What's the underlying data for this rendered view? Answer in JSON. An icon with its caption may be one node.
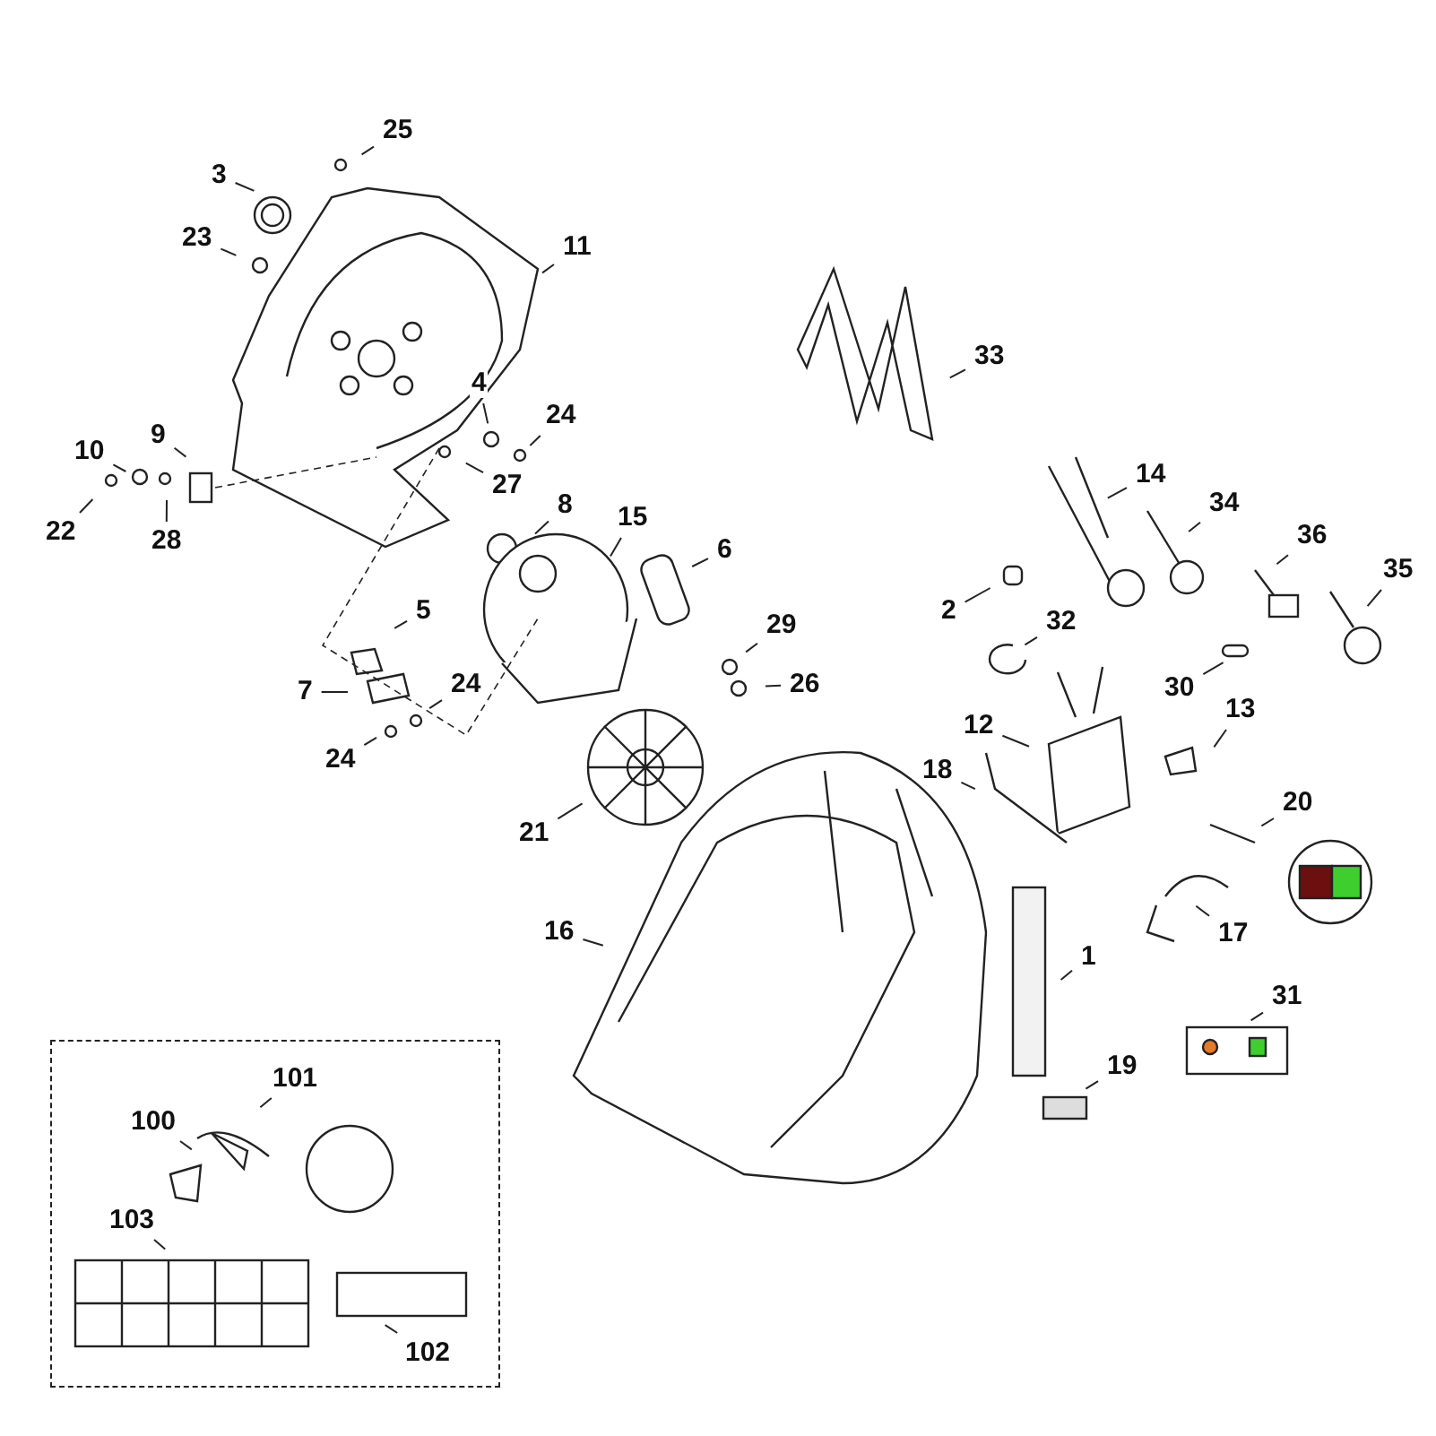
{
  "diagram": {
    "nodes": [
      {
        "text": [
          "25"
        ]
      },
      {
        "text": [
          "3"
        ]
      },
      {
        "text": [
          "23"
        ]
      },
      {
        "text": [
          "11"
        ]
      },
      {
        "text": [
          "4"
        ]
      },
      {
        "text": [
          "24"
        ]
      },
      {
        "text": [
          "10"
        ]
      },
      {
        "text": [
          "9"
        ]
      },
      {
        "text": [
          "22"
        ]
      },
      {
        "text": [
          "28"
        ]
      },
      {
        "text": [
          "27"
        ]
      },
      {
        "text": [
          "8"
        ]
      },
      {
        "text": [
          "15"
        ]
      },
      {
        "text": [
          "6"
        ]
      },
      {
        "text": [
          "5"
        ]
      },
      {
        "text": [
          "7"
        ]
      },
      {
        "text": [
          "24"
        ]
      },
      {
        "text": [
          "24"
        ]
      },
      {
        "text": [
          "29"
        ]
      },
      {
        "text": [
          "26"
        ]
      },
      {
        "text": [
          "21"
        ]
      },
      {
        "text": [
          "16"
        ]
      },
      {
        "text": [
          "33"
        ]
      },
      {
        "text": [
          "14"
        ]
      },
      {
        "text": [
          "34"
        ]
      },
      {
        "text": [
          "36"
        ]
      },
      {
        "text": [
          "35"
        ]
      },
      {
        "text": [
          "2"
        ]
      },
      {
        "text": [
          "32"
        ]
      },
      {
        "text": [
          "30"
        ]
      },
      {
        "text": [
          "12"
        ]
      },
      {
        "text": [
          "13"
        ]
      },
      {
        "text": [
          "18"
        ]
      },
      {
        "text": [
          "20"
        ]
      },
      {
        "text": [
          "17"
        ]
      },
      {
        "text": [
          "1"
        ]
      },
      {
        "text": [
          "31"
        ]
      },
      {
        "text": [
          "19"
        ]
      },
      {
        "text": [],
        "shape": "box"
      },
      {
        "text": [
          "101"
        ],
        "in": 38
      },
      {
        "text": [
          "100"
        ],
        "in": 38
      },
      {
        "text": [
          "103"
        ],
        "in": 38
      },
      {
        "text": [
          "102"
        ],
        "in": 38
      }
    ],
    "edges": [
      {
        "from": 0,
        "to": null,
        "arrow": "none"
      },
      {
        "from": 1,
        "to": null,
        "arrow": "none"
      },
      {
        "from": 2,
        "to": null,
        "arrow": "none"
      },
      {
        "from": 3,
        "to": null,
        "arrow": "none"
      },
      {
        "from": 4,
        "to": null,
        "arrow": "none"
      },
      {
        "from": 5,
        "to": null,
        "arrow": "none"
      },
      {
        "from": 6,
        "to": null,
        "arrow": "none"
      },
      {
        "from": 7,
        "to": null,
        "arrow": "none"
      },
      {
        "from": 8,
        "to": null,
        "arrow": "none"
      },
      {
        "from": 9,
        "to": null,
        "arrow": "none"
      },
      {
        "from": 10,
        "to": null,
        "arrow": "none"
      },
      {
        "from": 11,
        "to": null,
        "arrow": "none"
      },
      {
        "from": 12,
        "to": null,
        "arrow": "none"
      },
      {
        "from": 13,
        "to": null,
        "arrow": "none"
      },
      {
        "from": 14,
        "to": null,
        "arrow": "none"
      },
      {
        "from": 15,
        "to": null,
        "arrow": "none"
      },
      {
        "from": 16,
        "to": null,
        "arrow": "none"
      },
      {
        "from": 17,
        "to": null,
        "arrow": "none"
      },
      {
        "from": 18,
        "to": null,
        "arrow": "none"
      },
      {
        "from": 19,
        "to": null,
        "arrow": "none"
      },
      {
        "from": 20,
        "to": null,
        "arrow": "none"
      },
      {
        "from": 21,
        "to": null,
        "arrow": "none"
      },
      {
        "from": 22,
        "to": null,
        "arrow": "none"
      },
      {
        "from": 23,
        "to": null,
        "arrow": "none"
      },
      {
        "from": 24,
        "to": null,
        "arrow": "none"
      },
      {
        "from": 25,
        "to": null,
        "arrow": "none"
      },
      {
        "from": 26,
        "to": null,
        "arrow": "none"
      },
      {
        "from": 27,
        "to": null,
        "arrow": "none"
      },
      {
        "from": 28,
        "to": null,
        "arrow": "none"
      },
      {
        "from": 29,
        "to": null,
        "arrow": "none"
      },
      {
        "from": 30,
        "to": null,
        "arrow": "none"
      },
      {
        "from": 31,
        "to": null,
        "arrow": "none"
      },
      {
        "from": 32,
        "to": null,
        "arrow": "none"
      },
      {
        "from": 33,
        "to": null,
        "arrow": "none"
      },
      {
        "from": 34,
        "to": null,
        "arrow": "none"
      },
      {
        "from": 35,
        "to": null,
        "arrow": "none"
      },
      {
        "from": 36,
        "to": null,
        "arrow": "none"
      },
      {
        "from": 37,
        "to": null,
        "arrow": "none"
      },
      {
        "from": 39,
        "to": null,
        "arrow": "none"
      },
      {
        "from": 40,
        "to": null,
        "arrow": "none"
      },
      {
        "from": 41,
        "to": null,
        "arrow": "none"
      },
      {
        "from": 42,
        "to": null,
        "arrow": "none"
      }
    ]
  }
}
